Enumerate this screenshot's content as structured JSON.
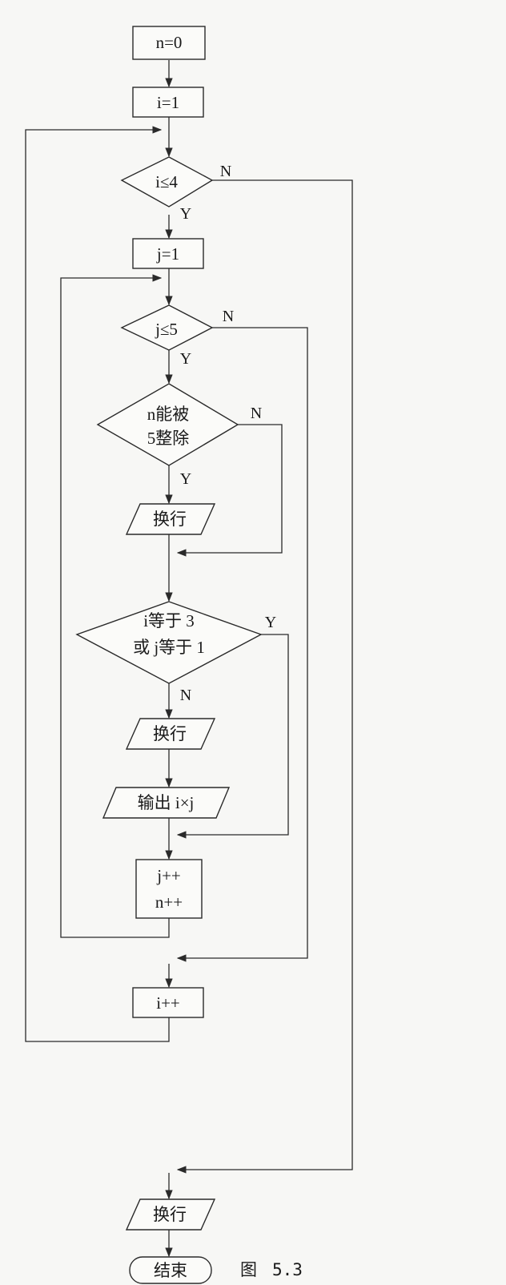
{
  "nodes": {
    "n_init": "n=0",
    "i_init": "i=1",
    "cond_i": "i≤4",
    "j_init": "j=1",
    "cond_j": "j≤5",
    "cond_n_line1": "n能被",
    "cond_n_line2": "5整除",
    "newline1": "换行",
    "cond_ij_line1": "i等于 3",
    "cond_ij_line2": "或 j等于 1",
    "newline2": "换行",
    "output": "输出 i×j",
    "inc_j": "j++",
    "inc_n": "n++",
    "inc_i": "i++",
    "newline3": "换行",
    "end": "结束"
  },
  "labels": {
    "cond_i_no": "N",
    "cond_i_yes": "Y",
    "cond_j_no": "N",
    "cond_j_yes": "Y",
    "cond_n_no": "N",
    "cond_n_yes": "Y",
    "cond_ij_yes": "Y",
    "cond_ij_no": "N"
  },
  "caption": {
    "figure_word": "图",
    "figure_number": "5.3"
  }
}
